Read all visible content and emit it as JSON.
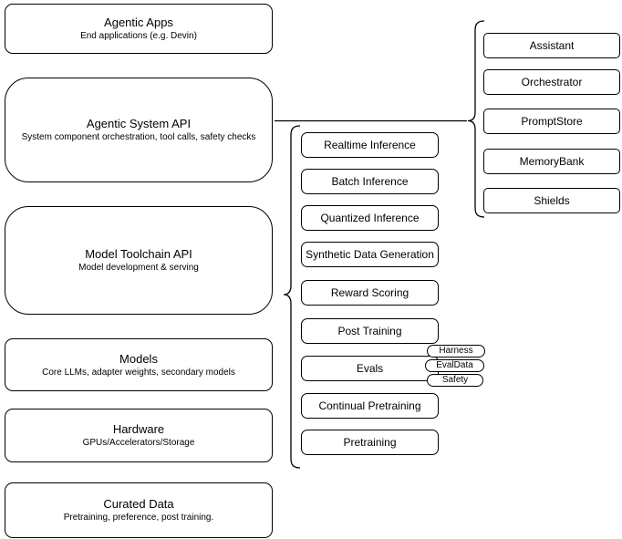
{
  "diagram": {
    "stack": [
      {
        "title": "Agentic Apps",
        "subtitle": "End applications (e.g. Devin)"
      },
      {
        "title": "Agentic System API",
        "subtitle": "System component orchestration, tool calls, safety checks"
      },
      {
        "title": "Model Toolchain API",
        "subtitle": "Model development & serving"
      },
      {
        "title": "Models",
        "subtitle": "Core LLMs, adapter weights, secondary models"
      },
      {
        "title": "Hardware",
        "subtitle": "GPUs/Accelerators/Storage"
      },
      {
        "title": "Curated Data",
        "subtitle": "Pretraining, preference, post training."
      }
    ],
    "toolchain_items": [
      "Realtime Inference",
      "Batch Inference",
      "Quantized Inference",
      "Synthetic Data Generation",
      "Reward Scoring",
      "Post Training",
      "Evals",
      "Continual Pretraining",
      "Pretraining"
    ],
    "evals_tags": [
      "Harness",
      "EvalData",
      "Safety"
    ],
    "system_components": [
      "Assistant",
      "Orchestrator",
      "PromptStore",
      "MemoryBank",
      "Shields"
    ],
    "colors": {
      "stroke": "#000000",
      "fill": "#ffffff",
      "text": "#000000",
      "background": "#ffffff"
    }
  }
}
